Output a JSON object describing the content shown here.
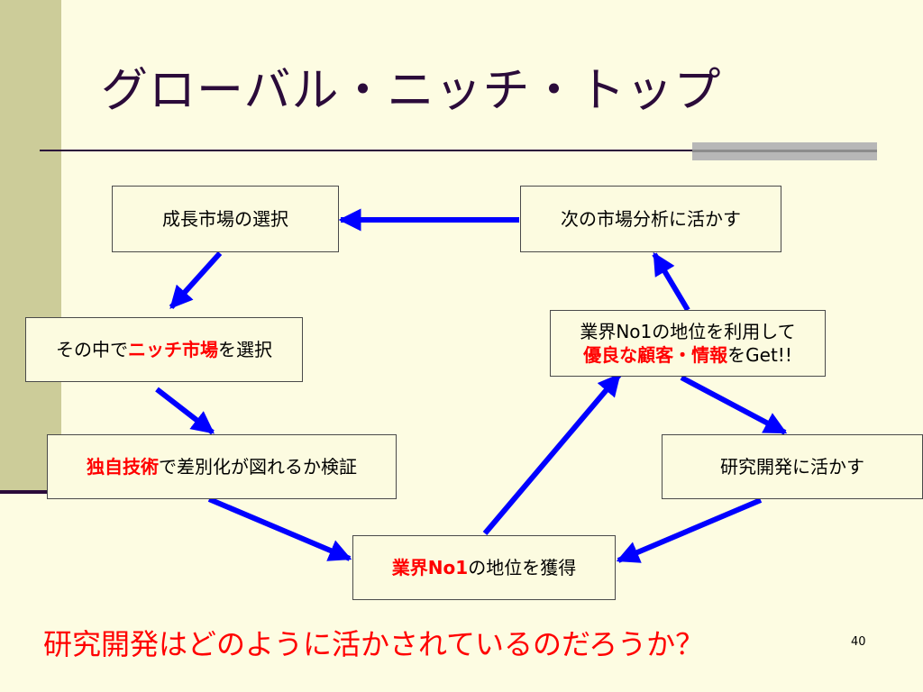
{
  "title": "グローバル・ニッチ・トップ",
  "boxes": {
    "growth_market": "成長市場の選択",
    "niche_select": {
      "pre": "その中で",
      "highlight": "ニッチ市場",
      "post": "を選択"
    },
    "verify": {
      "highlight": "独自技術",
      "post": "で差別化が図れるか検証"
    },
    "acquire": {
      "highlight": "業界No1",
      "post": "の地位を獲得"
    },
    "utilize": {
      "line1": "業界No1の地位を利用して",
      "highlight": "優良な顧客・情報",
      "post": "をGet!!"
    },
    "research": "研究開発に活かす",
    "next_analysis": "次の市場分析に活かす"
  },
  "question": "研究開発はどのように活かされているのだろうか？",
  "page_number": "40",
  "colors": {
    "arrow": "#0000ff",
    "highlight": "#ff0000",
    "title": "#2b0b3a",
    "background": "#fdfce2"
  }
}
